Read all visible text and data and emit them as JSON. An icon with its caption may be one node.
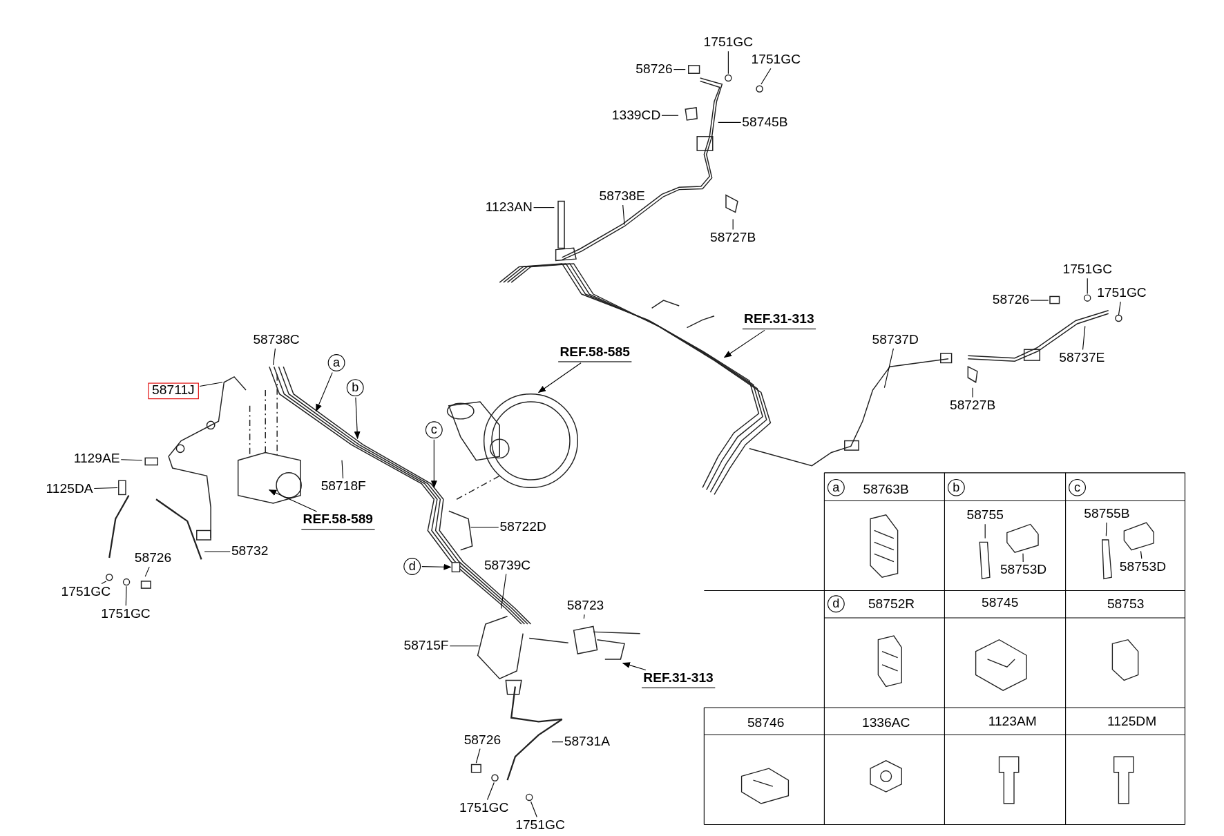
{
  "diagram": {
    "nodes": [
      {
        "text": [
          "1751GC"
        ]
      },
      {
        "text": [
          "58726"
        ]
      },
      {
        "text": [
          "1751GC"
        ]
      },
      {
        "text": [
          "1339CD"
        ]
      },
      {
        "text": [
          "58745B"
        ]
      },
      {
        "text": [
          "1123AN"
        ]
      },
      {
        "text": [
          "58738E"
        ]
      },
      {
        "text": [
          "58727B"
        ]
      },
      {
        "text": [
          "REF.31-313"
        ]
      },
      {
        "text": [
          "58737D"
        ]
      },
      {
        "text": [
          "1751GC"
        ]
      },
      {
        "text": [
          "58726"
        ]
      },
      {
        "text": [
          "1751GC"
        ]
      },
      {
        "text": [
          "58737E"
        ]
      },
      {
        "text": [
          "58727B"
        ]
      },
      {
        "text": [
          "58738C"
        ]
      },
      {
        "text": [
          "a"
        ]
      },
      {
        "text": [
          "b"
        ]
      },
      {
        "text": [
          "58711J"
        ]
      },
      {
        "text": [
          "REF.58-585"
        ]
      },
      {
        "text": [
          "58718F"
        ]
      },
      {
        "text": [
          "c"
        ]
      },
      {
        "text": [
          "1129AE"
        ]
      },
      {
        "text": [
          "1125DA"
        ]
      },
      {
        "text": [
          "REF.58-589"
        ]
      },
      {
        "text": [
          "58722D"
        ]
      },
      {
        "text": [
          "58726"
        ]
      },
      {
        "text": [
          "58732"
        ]
      },
      {
        "text": [
          "1751GC"
        ]
      },
      {
        "text": [
          "1751GC"
        ]
      },
      {
        "text": [
          "d"
        ]
      },
      {
        "text": [
          "58739C"
        ]
      },
      {
        "text": [
          "58723"
        ]
      },
      {
        "text": [
          "58715F"
        ]
      },
      {
        "text": [
          "REF.31-313"
        ]
      },
      {
        "text": [
          "58726"
        ]
      },
      {
        "text": [
          "58731A"
        ]
      },
      {
        "text": [
          "1751GC"
        ]
      },
      {
        "text": [
          "1751GC"
        ]
      },
      {
        "text": [
          "a"
        ]
      },
      {
        "text": [
          "b"
        ]
      },
      {
        "text": [
          "c"
        ]
      },
      {
        "text": [
          "58755"
        ]
      },
      {
        "text": [
          "58753D"
        ]
      },
      {
        "text": [
          "58755B"
        ]
      },
      {
        "text": [
          "58753D"
        ]
      },
      {
        "text": [
          "d"
        ]
      },
      {
        "text": [],
        "shape": "circle"
      },
      {
        "text": [],
        "shape": "box"
      },
      {
        "text": [],
        "shape": "circle"
      },
      {
        "text": [],
        "shape": "box"
      },
      {
        "text": [],
        "shape": "circle"
      },
      {
        "text": [],
        "shape": "picture"
      },
      {
        "text": [],
        "shape": "picture"
      },
      {
        "text": [],
        "shape": "circle"
      }
    ],
    "edges": [
      {
        "from": 0,
        "to": 47,
        "arrow": "none"
      },
      {
        "from": 1,
        "to": null,
        "arrow": "none"
      },
      {
        "from": 2,
        "to": null,
        "arrow": "none"
      },
      {
        "from": 3,
        "to": null,
        "arrow": "none"
      },
      {
        "from": 4,
        "to": null,
        "arrow": "none"
      },
      {
        "from": 5,
        "to": null,
        "arrow": "none"
      },
      {
        "from": 6,
        "to": null,
        "arrow": "none"
      },
      {
        "from": 7,
        "to": null,
        "arrow": "none"
      },
      {
        "from": 8,
        "to": null,
        "arrow": "to"
      },
      {
        "from": 9,
        "to": null,
        "arrow": "none"
      },
      {
        "from": 10,
        "to": 54,
        "arrow": "none"
      },
      {
        "from": 11,
        "to": null,
        "arrow": "none"
      },
      {
        "from": 12,
        "to": null,
        "arrow": "none"
      },
      {
        "from": 13,
        "to": null,
        "arrow": "none"
      },
      {
        "from": 14,
        "to": null,
        "arrow": "none"
      },
      {
        "from": 15,
        "to": null,
        "arrow": "none"
      },
      {
        "from": 16,
        "to": null,
        "arrow": "to"
      },
      {
        "from": 17,
        "to": null,
        "arrow": "to"
      },
      {
        "from": 18,
        "to": null,
        "arrow": "none"
      },
      {
        "from": 19,
        "to": null,
        "arrow": "to"
      },
      {
        "from": 20,
        "to": null,
        "arrow": "none"
      },
      {
        "from": 21,
        "to": null,
        "arrow": "to"
      },
      {
        "from": 22,
        "to": null,
        "arrow": "none"
      },
      {
        "from": 23,
        "to": 48,
        "arrow": "none"
      },
      {
        "from": 24,
        "to": null,
        "arrow": "to"
      },
      {
        "from": 25,
        "to": null,
        "arrow": "none"
      },
      {
        "from": 26,
        "to": null,
        "arrow": "none"
      },
      {
        "from": 27,
        "to": null,
        "arrow": "none"
      },
      {
        "from": 28,
        "to": null,
        "arrow": "none"
      },
      {
        "from": 29,
        "to": 49,
        "arrow": "none"
      },
      {
        "from": 30,
        "to": 50,
        "arrow": "to"
      },
      {
        "from": 31,
        "to": null,
        "arrow": "none"
      },
      {
        "from": 32,
        "to": null,
        "arrow": "none"
      },
      {
        "from": 33,
        "to": null,
        "arrow": "none"
      },
      {
        "from": 34,
        "to": null,
        "arrow": "to"
      },
      {
        "from": 35,
        "to": null,
        "arrow": "none"
      },
      {
        "from": 36,
        "to": null,
        "arrow": "none"
      },
      {
        "from": 37,
        "to": null,
        "arrow": "none"
      },
      {
        "from": 38,
        "to": 51,
        "arrow": "none"
      },
      {
        "from": 42,
        "to": null,
        "arrow": "none"
      },
      {
        "from": 43,
        "to": 52,
        "arrow": "none"
      },
      {
        "from": 44,
        "to": null,
        "arrow": "none"
      },
      {
        "from": 45,
        "to": 53,
        "arrow": "none"
      }
    ],
    "labels": [
      "58763B",
      "58752R",
      "58745",
      "58753",
      "58746",
      "1336AC",
      "1123AM",
      "1125DM"
    ]
  }
}
